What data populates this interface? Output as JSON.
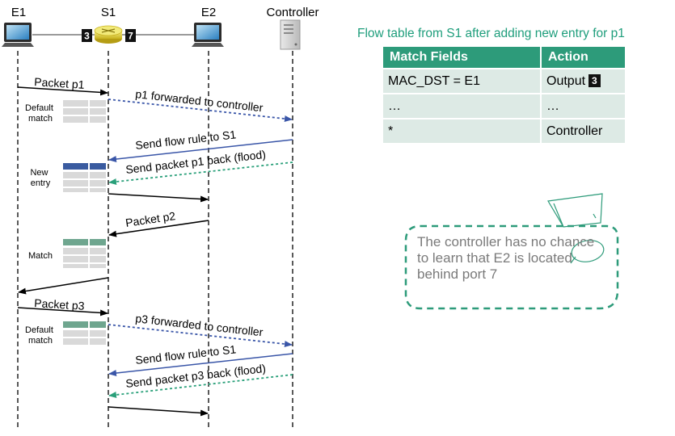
{
  "nodes": {
    "e1": "E1",
    "s1": "S1",
    "e2": "E2",
    "controller": "Controller"
  },
  "switch_ports": {
    "left": "3",
    "right": "7"
  },
  "messages": {
    "packet_p1": "Packet p1",
    "p1_forwarded": "p1 forwarded to controller",
    "send_rule_1": "Send flow rule to S1",
    "send_back_p1": "Send packet p1 back (flood)",
    "packet_p2": "Packet p2",
    "packet_p3": "Packet p3",
    "p3_forwarded": "p3 forwarded to controller",
    "send_rule_2": "Send flow rule to S1",
    "send_back_p3": "Send packet p3 back (flood)"
  },
  "table_labels": {
    "default_1": [
      "Default",
      "match"
    ],
    "new_entry": [
      "New",
      "entry"
    ],
    "match": "Match",
    "default_2": [
      "Default",
      "match"
    ]
  },
  "flow_table": {
    "title": "Flow table from S1 after adding new entry for p1",
    "headers": [
      "Match Fields",
      "Action"
    ],
    "rows": [
      {
        "match": "MAC_DST = E1",
        "action": "Output",
        "port": "3"
      },
      {
        "match": "…",
        "action": "…"
      },
      {
        "match": "*",
        "action": "Controller"
      }
    ]
  },
  "note": "The controller has no chance to learn that E2 is located behind port 7",
  "colors": {
    "accent_green": "#2d9b7a",
    "title_green": "#1f9e7c",
    "table_row": "#ddeae5",
    "control_blue": "#3a56a8",
    "dotted_green": "#2aa07a",
    "new_entry_blue": "#3a5ba0",
    "match_green": "#6fa68f"
  },
  "icons": [
    "host-computer-icon",
    "switch-icon",
    "server-icon",
    "notepad-sketch-icon"
  ]
}
